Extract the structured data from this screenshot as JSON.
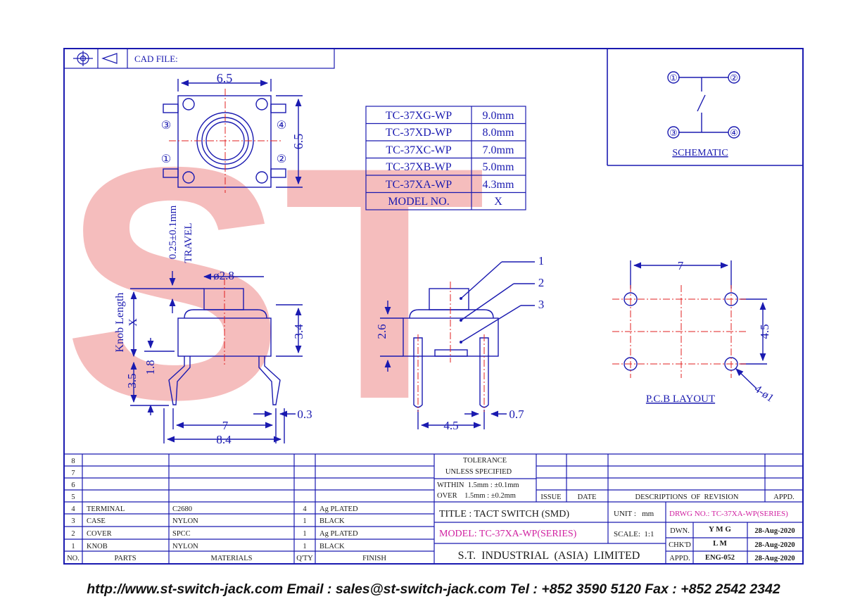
{
  "header": {
    "cad_file_label": "CAD FILE:"
  },
  "watermark": {
    "text": "ST",
    "color": "#e86060"
  },
  "colors": {
    "line": "#1a1ab0",
    "center_line": "#e02020",
    "accent": "#d020a0"
  },
  "top_view": {
    "width_dim": "6.5",
    "height_dim": "6.5",
    "pins": [
      "③",
      "④",
      "①",
      "②"
    ]
  },
  "model_table": {
    "rows": [
      {
        "model": "TC-37XG-WP",
        "value": "9.0mm"
      },
      {
        "model": "TC-37XD-WP",
        "value": "8.0mm"
      },
      {
        "model": "TC-37XC-WP",
        "value": "7.0mm"
      },
      {
        "model": "TC-37XB-WP",
        "value": "5.0mm"
      },
      {
        "model": "TC-37XA-WP",
        "value": "4.3mm"
      }
    ],
    "header_model": "MODEL NO.",
    "header_value": "X"
  },
  "schematic": {
    "label": "SCHEMATIC",
    "pins": [
      "①",
      "②",
      "③",
      "④"
    ]
  },
  "side_view": {
    "travel": "0.25±0.1mm",
    "travel_label": "TRAVEL",
    "knob_dia": "ø2.8",
    "knob_length": "Knob Length",
    "knob_x": "X",
    "d34": "3.4",
    "d18": "1.8",
    "d35": "3.5",
    "d03": "0.3",
    "d7": "7",
    "d84": "8.4"
  },
  "front_view": {
    "d26": "2.6",
    "d45": "4.5",
    "d07": "0.7",
    "callouts": [
      "1",
      "2",
      "3"
    ]
  },
  "pcb_layout": {
    "width": "7",
    "height": "4.5",
    "hole": "4-ø1",
    "label": "P.C.B LAYOUT"
  },
  "parts_list": {
    "blank_rows": [
      "8",
      "7",
      "6",
      "5"
    ],
    "rows": [
      {
        "no": "4",
        "part": "TERMINAL",
        "material": "C2680",
        "qty": "4",
        "finish": "Ag PLATED"
      },
      {
        "no": "3",
        "part": "CASE",
        "material": "NYLON",
        "qty": "1",
        "finish": "BLACK"
      },
      {
        "no": "2",
        "part": "COVER",
        "material": "SPCC",
        "qty": "1",
        "finish": "Ag PLATED"
      },
      {
        "no": "1",
        "part": "KNOB",
        "material": "NYLON",
        "qty": "1",
        "finish": "BLACK"
      }
    ],
    "header": {
      "no": "NO.",
      "part": "PARTS",
      "material": "MATERIALS",
      "qty": "Q'TY",
      "finish": "FINISH"
    }
  },
  "title_block": {
    "tolerance": "TOLERANCE",
    "unless": "UNLESS   SPECIFIED",
    "within": "WITHIN  1.5mm : ±0.1mm",
    "over": "OVER    1.5mm : ±0.2mm",
    "issue": "ISSUE",
    "date": "DATE",
    "descriptions": "DESCRIPTIONS  OF  REVISION",
    "appd": "APPD.",
    "title": "TITLE : TACT SWITCH (SMD)",
    "unit": "UNIT :   mm",
    "drwg_no": "DRWG NO.: TC-37XA-WP(SERIES)",
    "model": "MODEL: TC-37XA-WP(SERIES)",
    "scale": "SCALE:  1:1",
    "dwn": "DWN.",
    "dwn_by": "Y M G",
    "dwn_date": "28-Aug-2020",
    "chkd": "CHK'D",
    "chkd_by": "L M",
    "chkd_date": "28-Aug-2020",
    "appd2": "APPD.",
    "appd_by": "ENG-052",
    "appd_date": "28-Aug-2020",
    "company": "S.T.  INDUSTRIAL  (ASIA)  LIMITED"
  },
  "footer": {
    "contact": "http://www.st-switch-jack.com  Email : sales@st-switch-jack.com  Tel : +852 3590 5120  Fax : +852 2542 2342"
  }
}
